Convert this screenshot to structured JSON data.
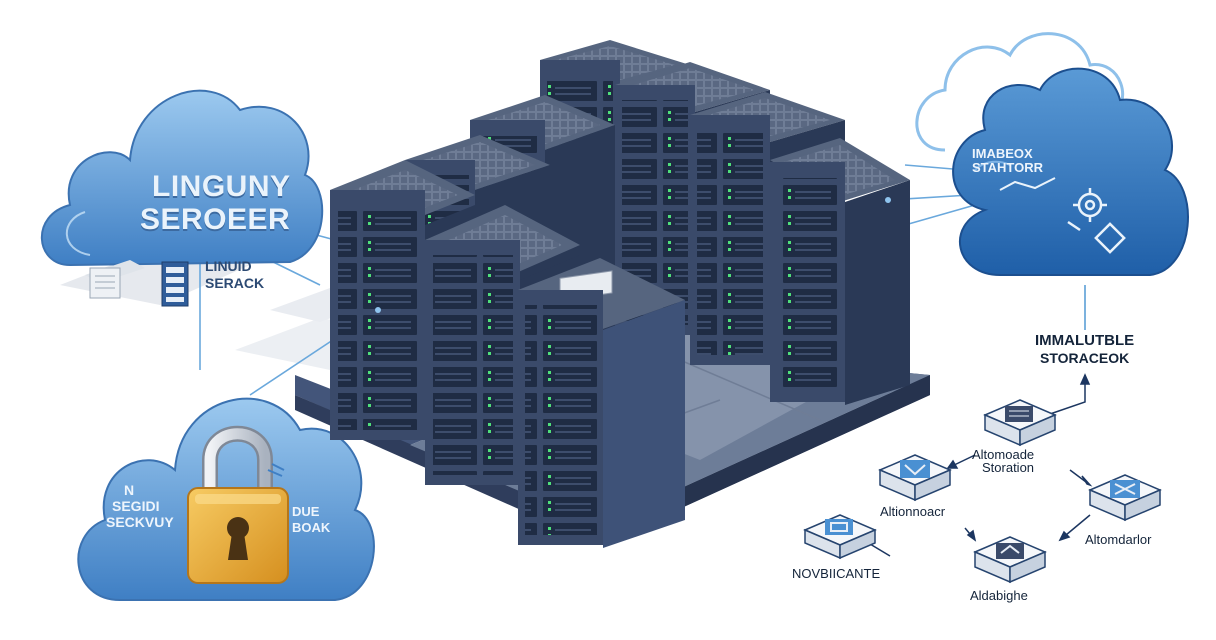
{
  "colors": {
    "cloud_light": "#7db5e6",
    "cloud_dark": "#3f7fc4",
    "rack_body": "#3a4a6a",
    "rack_side": "#2a3956",
    "rack_top": "#56657f",
    "led_green": "#4fe07a",
    "lock_gold": "#f2b33d",
    "line_blue": "#5b9fd6"
  },
  "left_cloud": {
    "title_line1": "LINGUNY",
    "title_line2": "SEROEER",
    "icon": "document-icon"
  },
  "left_caption": {
    "line1": "LINUID",
    "line2": "SERACK"
  },
  "lock_cloud": {
    "text_left_line1": "N",
    "text_left_line2": "SEGIDI",
    "text_left_line3": "SECKVUY",
    "text_right_line1": "DUE",
    "text_right_line2": "BOAK",
    "icon": "padlock-icon"
  },
  "right_cloud": {
    "text_line1": "IMABEOX",
    "text_line2": "STAHTORR",
    "icon": "gear-icon"
  },
  "storage_label": {
    "line1": "IMMALUTBLE",
    "line2": "STORACEOK"
  },
  "workflow": {
    "nodes": [
      {
        "id": "top",
        "label_line1": "Altomoade",
        "label_line2": "Storation"
      },
      {
        "id": "left",
        "label": "Altionnoacr"
      },
      {
        "id": "right",
        "label": "Altomdarlor"
      },
      {
        "id": "bottom",
        "label": "Aldabighe"
      },
      {
        "id": "far-left",
        "label": "NOVBIICANTE"
      }
    ]
  }
}
